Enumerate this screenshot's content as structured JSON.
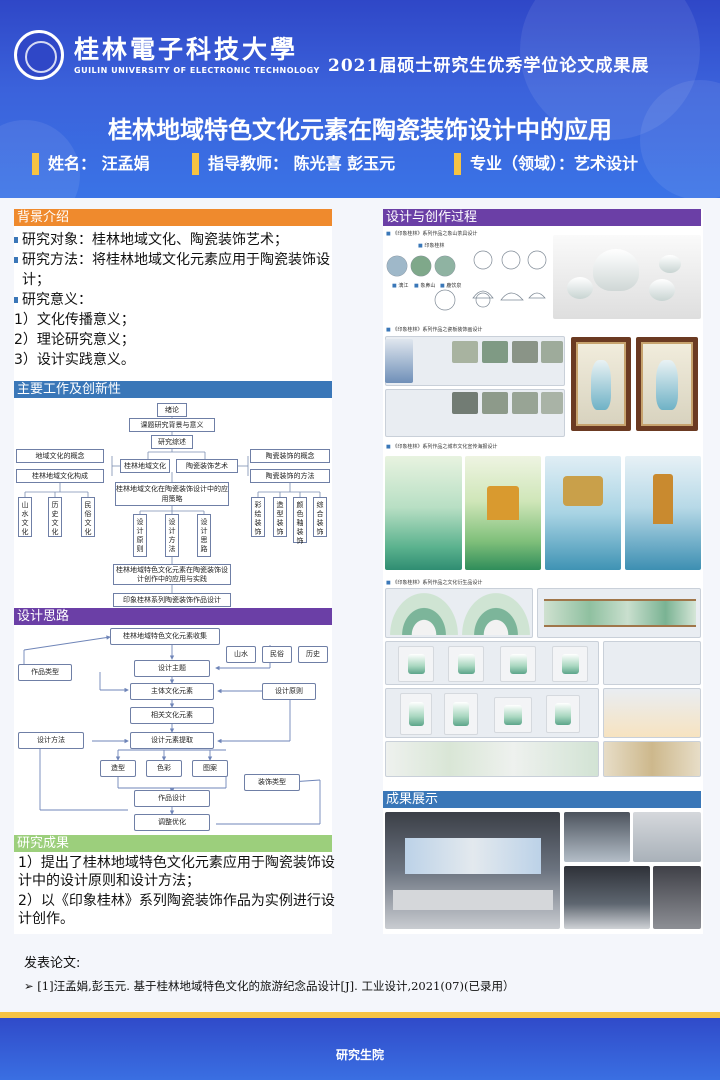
{
  "header": {
    "university_cn": "桂林電子科技大學",
    "university_en": "GUILIN UNIVERSITY OF ELECTRONIC TECHNOLOGY",
    "exhibition": "2021届硕士研究生优秀学位论文成果展",
    "title": "桂林地域特色文化元素在陶瓷装饰设计中的应用",
    "name": "姓名： 汪孟娟",
    "advisor": "指导教师： 陈光喜 彭玉元",
    "major": "专业（领域）：艺术设计"
  },
  "background": {
    "heading": "背景介绍",
    "bullets": [
      "研究对象：桂林地域文化、陶瓷装饰艺术；",
      "研究方法：将桂林地域文化元素应用于陶瓷装饰设计；",
      "研究意义："
    ],
    "items": [
      "1）文化传播意义；",
      "2）理论研究意义；",
      "3）设计实践意义。"
    ]
  },
  "main_work": {
    "heading": "主要工作及创新性",
    "nodes": {
      "intro": "绪论",
      "background": "课题研究背景与意义",
      "review": "研究综述",
      "region_concept": "地域文化的概念",
      "region_structure": "桂林地域文化构成",
      "guilin_culture": "桂林地域文化",
      "ceramic_art": "陶瓷装饰艺术",
      "ceramic_concept": "陶瓷装饰的概念",
      "ceramic_method": "陶瓷装饰的方法",
      "landscape": "山水文化",
      "history": "历史文化",
      "folk": "民俗文化",
      "strategy": "桂林地域文化在陶瓷装饰设计中的应用策略",
      "glaze": "彩绘装饰",
      "form": "造型装饰",
      "color_glaze": "颜色釉装饰",
      "combined": "综合装饰",
      "principle": "设计原则",
      "method": "设计方法",
      "thinking": "设计思路",
      "practice": "桂林地域特色文化元素在陶瓷装饰设计创作中的应用与实践",
      "works": "印象桂林系列陶瓷装饰作品设计"
    }
  },
  "design_thinking": {
    "heading": "设计思路",
    "nodes": {
      "collect": "桂林地域特色文化元素收集",
      "landscape": "山水",
      "folk": "民俗",
      "history": "历史",
      "type": "作品类型",
      "theme": "设计主题",
      "main_elem": "主体文化元素",
      "principle": "设计原则",
      "related": "相关文化元素",
      "method": "设计方法",
      "extract": "设计元素提取",
      "shape": "造型",
      "color": "色彩",
      "pattern": "图案",
      "deco_type": "装饰类型",
      "design": "作品设计",
      "optimize": "调整优化"
    }
  },
  "results": {
    "heading": "研究成果",
    "items": [
      "1）提出了桂林地域特色文化元素应用于陶瓷装饰设计中的设计原则和设计方法；",
      "2）以《印象桂林》系列陶瓷装饰作品为实例进行设计创作。"
    ]
  },
  "design_process": {
    "heading": "设计与创作过程",
    "captions": [
      "《印象桂林》系列作品之象山茶具设计",
      "《印象桂林》系列作品之瓷板装饰画设计",
      "《印象桂林》系列作品之城市文化宣传海报设计",
      "《印象桂林》系列作品之文化衍生品设计"
    ],
    "sketch_labels": {
      "top": "印象桂林",
      "a": "漓江",
      "b": "象鼻山",
      "c": "鹿饮泉"
    }
  },
  "showcase": {
    "heading": "成果展示"
  },
  "publication": {
    "heading": "发表论文:",
    "item": "➢ [1]汪孟娟,彭玉元. 基于桂林地域特色文化的旅游纪念品设计[J]. 工业设计,2021(07)(已录用）"
  },
  "footer": {
    "text": "研究生院"
  },
  "colors": {
    "header_blue": "#2f47c7",
    "accent_yellow": "#f6c343",
    "orange": "#ef8a2d",
    "purple": "#6b3fa6",
    "green": "#9ccf7c",
    "steel_blue": "#3a77b8"
  }
}
